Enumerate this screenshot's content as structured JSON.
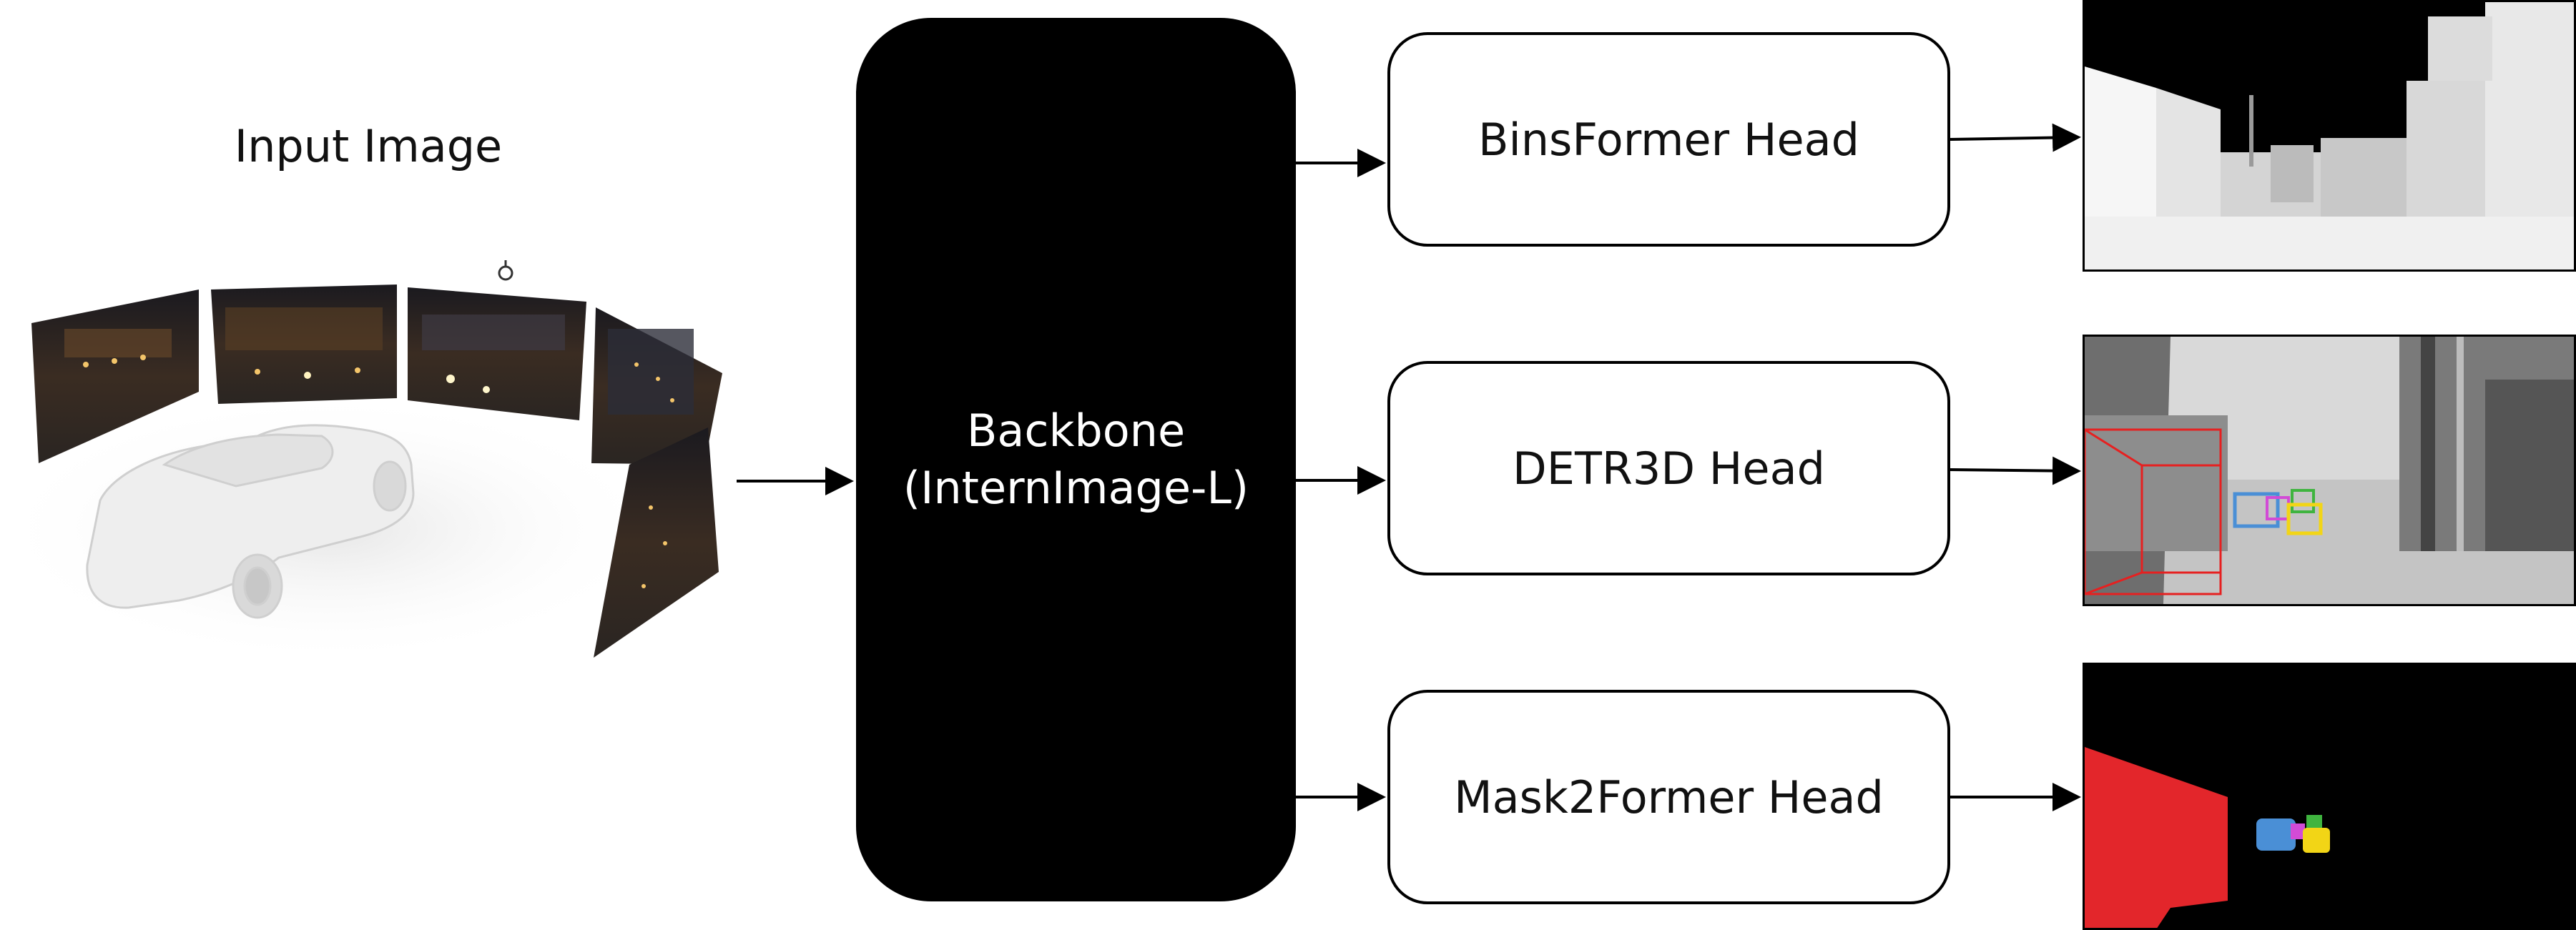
{
  "diagram": {
    "input": {
      "title": "Input Image"
    },
    "backbone": {
      "line1": "Backbone",
      "line2": "(InternImage-L)"
    },
    "heads": [
      {
        "label": "BinsFormer Head"
      },
      {
        "label": "DETR3D Head"
      },
      {
        "label": "Mask2Former Head"
      }
    ],
    "outputs": [
      {
        "kind": "depth-map"
      },
      {
        "kind": "3d-detection"
      },
      {
        "kind": "segmentation-mask"
      }
    ],
    "colors": {
      "backbone_fill": "#000000",
      "detection_box": "#e62020",
      "segment_red": "#e3262b",
      "segment_blue": "#4a8fd6",
      "segment_yellow": "#f2d516",
      "segment_green": "#3fb43f",
      "segment_magenta": "#d24bd6"
    }
  }
}
